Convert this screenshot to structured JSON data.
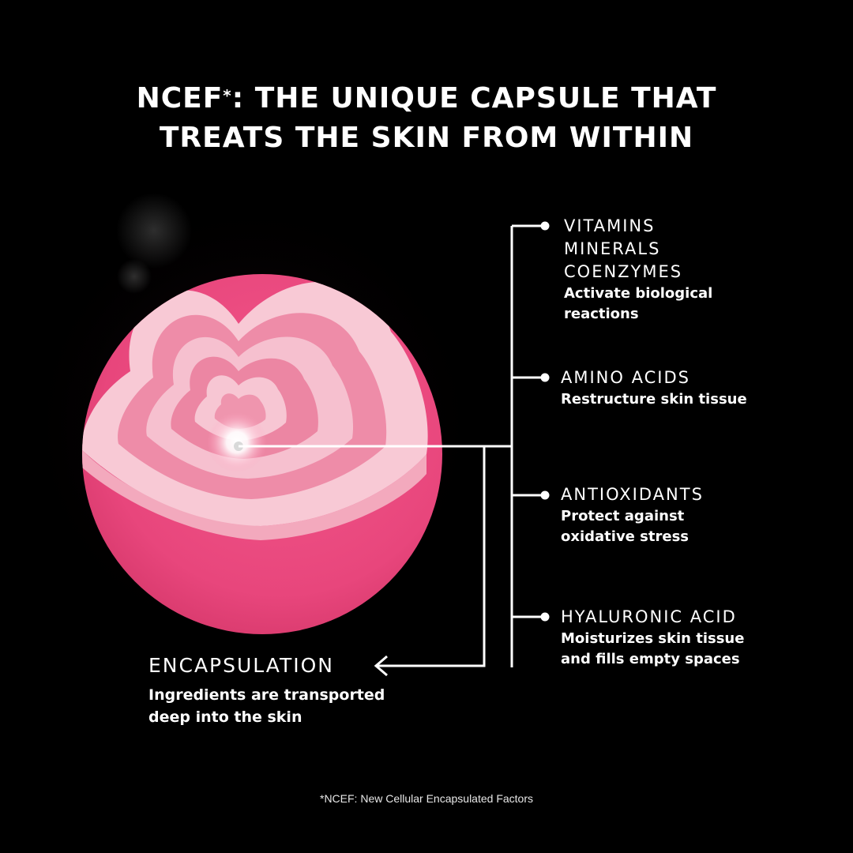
{
  "title": {
    "line1_prefix": "NCEF",
    "line1_sup": "*",
    "line1_suffix": ": THE UNIQUE CAPSULE THAT",
    "line2": "TREATS THE SKIN FROM WITHIN"
  },
  "ingredients": [
    {
      "lines": [
        "VITAMINS",
        "MINERALS",
        "COENZYMES"
      ],
      "desc": [
        "Activate biological",
        "reactions"
      ]
    },
    {
      "lines": [
        "AMINO ACIDS"
      ],
      "desc": [
        "Restructure skin tissue"
      ]
    },
    {
      "lines": [
        "ANTIOXIDANTS"
      ],
      "desc": [
        "Protect against",
        "oxidative stress"
      ]
    },
    {
      "lines": [
        "HYALURONIC ACID"
      ],
      "desc": [
        "Moisturizes skin tissue",
        "and fills empty spaces"
      ]
    }
  ],
  "encapsulation": {
    "title": "ENCAPSULATION",
    "desc": [
      "Ingredients are transported",
      "deep into the skin"
    ]
  },
  "footnote": "*NCEF: New Cellular Encapsulated Factors",
  "colors": {
    "background": "#000000",
    "sphere_pink": "#e8467c",
    "sphere_dark": "#c9305f",
    "layer_light": "#f7c2cf",
    "layer_mid": "#ef8aa6",
    "line": "#ffffff"
  }
}
